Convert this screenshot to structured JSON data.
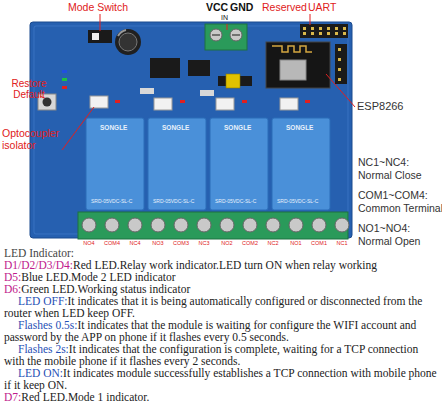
{
  "diagram": {
    "labels": [
      "Mode Switch",
      "VCC",
      "GND",
      "Reserved",
      "UART",
      "IN",
      "Restore Default",
      "ESP8266",
      "Optocoupler isolator",
      "NC1~NC4:",
      "Normal Close",
      "COM1~COM4:",
      "Common Terminal",
      "NO1~NO4:",
      "Normal Open",
      "SONGLE",
      "SRD-05VDC-SL-C",
      "SONGLE",
      "SRD-05VDC-SL-C",
      "SONGLE",
      "SRD-05VDC-SL-C",
      "SONGLE",
      "SRD-05VDC-SL-C",
      "NO4",
      "COM4",
      "NC4",
      "NO3",
      "COM3",
      "NC3",
      "NO2",
      "COM2",
      "NC2",
      "NO1",
      "COM1",
      "NC1",
      "LED Indicator:",
      "D1/D2/D3/D4:",
      "Red LED.Relay work indicator.LED turn ON when relay working",
      "D5:",
      "Blue LED.Mode 2 LED indicator",
      "D6:",
      "Green LED.Working status indicator",
      "LED OFF:",
      "It indicates that it is being automatically configured or disconnected from the router when LED keep OFF.",
      "Flashes 0.5s:",
      "It indicates that the module is waiting for configure the WIFI account and password by the APP on phone if it flashes every 0.5 seconds.",
      "Flashes 2s:",
      "It indicates that the configuration is complete, waiting for a TCP connection with the mobile phone if it flashes every 2 seconds.",
      "LED ON:",
      "It indicates module successfully establishes a TCP connection with mobile phone if it keep ON.",
      "D7:",
      "Red LED.Mode 1 indicator."
    ]
  }
}
